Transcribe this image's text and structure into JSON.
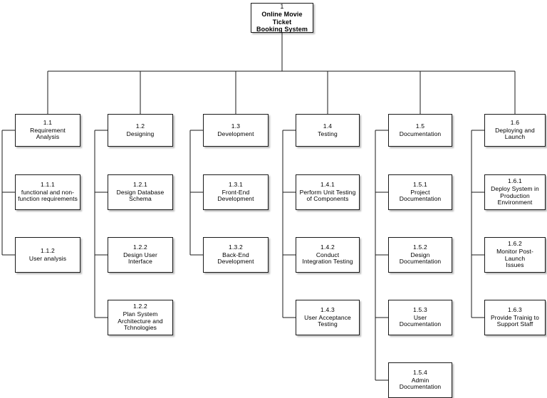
{
  "diagram": {
    "type": "work-breakdown-structure",
    "orientation": "top-down-with-left-spines",
    "background_color": "#ffffff",
    "line_color": "#1a1a1a",
    "text_color": "#000000",
    "root": {
      "code": "1",
      "title": "Online Movie Ticket\nBooking System"
    },
    "branches": [
      {
        "code": "1.1",
        "title": "Requirement Analysis",
        "children": [
          {
            "code": "1.1.1",
            "title": "functional and non-\nfunction requirements"
          },
          {
            "code": "1.1.2",
            "title": "User analysis"
          }
        ]
      },
      {
        "code": "1.2",
        "title": "Designing",
        "children": [
          {
            "code": "1.2.1",
            "title": "Design Database\nSchema"
          },
          {
            "code": "1.2.2",
            "title": "Design User\nInterface"
          },
          {
            "code": "1.2.2",
            "title": "Plan System\nArchitecture and\nTchnologies"
          }
        ]
      },
      {
        "code": "1.3",
        "title": "Development",
        "children": [
          {
            "code": "1.3.1",
            "title": "Front-End\nDevelopment"
          },
          {
            "code": "1.3.2",
            "title": "Back-End\nDevelopment"
          }
        ]
      },
      {
        "code": "1.4",
        "title": "Testing",
        "children": [
          {
            "code": "1.4.1",
            "title": "Perform Unit Testing\nof Components"
          },
          {
            "code": "1.4.2",
            "title": "Conduct\nIntegration Testing"
          },
          {
            "code": "1.4.3",
            "title": "User Acceptance\nTesting"
          }
        ]
      },
      {
        "code": "1.5",
        "title": "Documentation",
        "children": [
          {
            "code": "1.5.1",
            "title": "Project\nDocumentation"
          },
          {
            "code": "1.5.2",
            "title": "Design\nDocumentation"
          },
          {
            "code": "1.5.3",
            "title": "User\nDocumentation"
          },
          {
            "code": "1.5.4",
            "title": "Admin\nDocumentation"
          }
        ]
      },
      {
        "code": "1.6",
        "title": "Deploying and\nLaunch",
        "children": [
          {
            "code": "1.6.1",
            "title": "Deploy System in\nProduction\nEnvironment"
          },
          {
            "code": "1.6.2",
            "title": "Monitor Post-Launch\nIssues"
          },
          {
            "code": "1.6.3",
            "title": "Provide Trainig to\nSupport Staff"
          }
        ]
      }
    ]
  }
}
